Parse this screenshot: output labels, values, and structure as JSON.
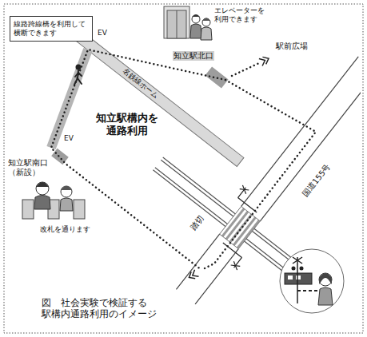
{
  "diagram": {
    "caption": "図　社会実験で検証する 駅構内通路利用のイメージ",
    "nodes": [
      {
        "text": [
          "線路跨線橋を利用して横断できます"
        ]
      }
    ],
    "labels": [
      "EV",
      "エレベーターを利用できます",
      "知立駅北口",
      "駅前広場",
      "名鉄線ホーム",
      "知立駅構内を通路利用",
      "EV",
      "知立駅南口 （新設）",
      "改札を通ります",
      "踏切",
      "国道155号"
    ]
  }
}
